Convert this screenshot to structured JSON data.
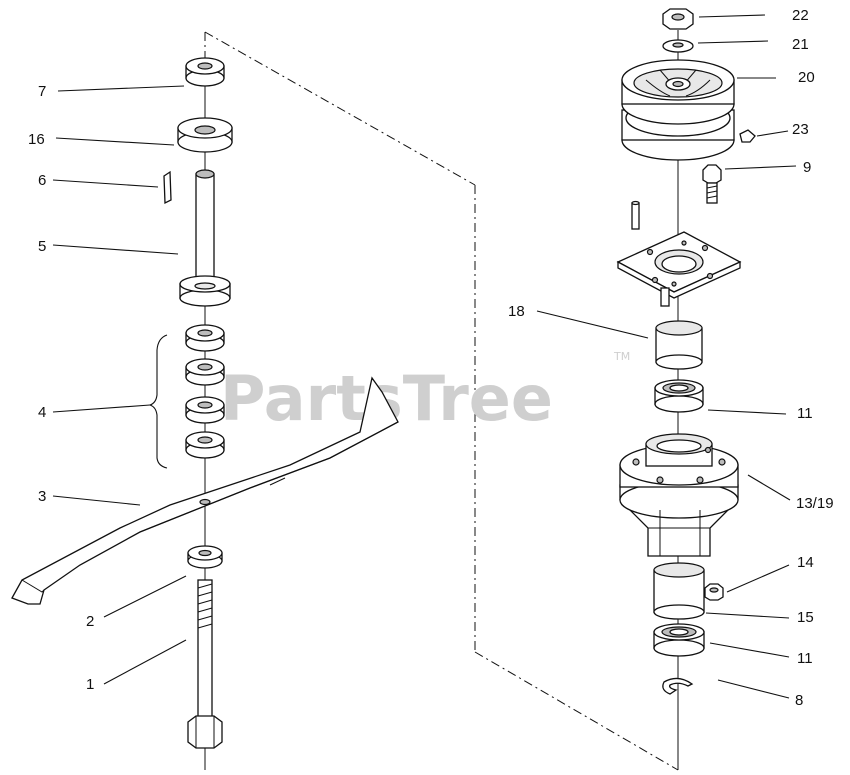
{
  "watermark": {
    "text": "PartsTree",
    "trademark": "TM"
  },
  "callouts": [
    {
      "id": "22",
      "text": "22"
    },
    {
      "id": "21",
      "text": "21"
    },
    {
      "id": "20",
      "text": "20"
    },
    {
      "id": "23",
      "text": "23"
    },
    {
      "id": "9",
      "text": "9"
    },
    {
      "id": "18",
      "text": "18"
    },
    {
      "id": "11a",
      "text": "11"
    },
    {
      "id": "13-19",
      "text": "13/19"
    },
    {
      "id": "14",
      "text": "14"
    },
    {
      "id": "15",
      "text": "15"
    },
    {
      "id": "11b",
      "text": "11"
    },
    {
      "id": "8",
      "text": "8"
    },
    {
      "id": "7",
      "text": "7"
    },
    {
      "id": "16",
      "text": "16"
    },
    {
      "id": "6",
      "text": "6"
    },
    {
      "id": "5",
      "text": "5"
    },
    {
      "id": "4",
      "text": "4"
    },
    {
      "id": "3",
      "text": "3"
    },
    {
      "id": "2",
      "text": "2"
    },
    {
      "id": "1",
      "text": "1"
    }
  ]
}
